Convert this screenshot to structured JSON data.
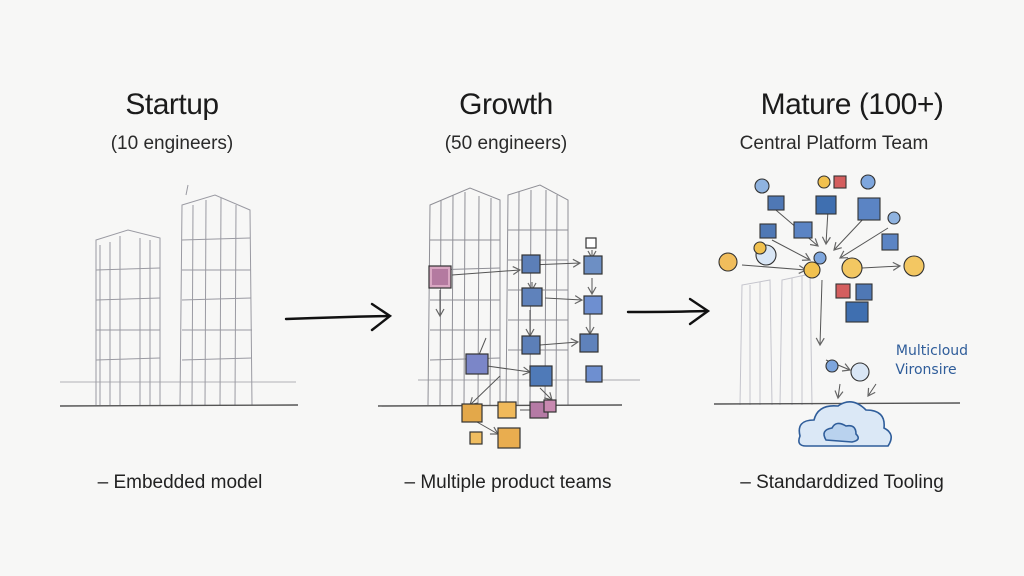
{
  "stages": [
    {
      "title": "Startup",
      "subtitle": "(10 engineers)",
      "bullet": "– Embedded model"
    },
    {
      "title": "Growth",
      "subtitle": "(50 engineers)",
      "bullet": "– Multiple product teams"
    },
    {
      "title": "Mature (100+)",
      "subtitle": "Central Platform Team",
      "bullet": "– Standarddized Tooling"
    }
  ],
  "annotations": {
    "line1": "Multicloud",
    "line2": "Vironsire"
  },
  "colors": {
    "ink": "#1b1b1b",
    "pencil": "#9a9aa2",
    "blue": "#3f6fb0",
    "orange": "#e0a13a",
    "pink": "#c88aa8"
  }
}
